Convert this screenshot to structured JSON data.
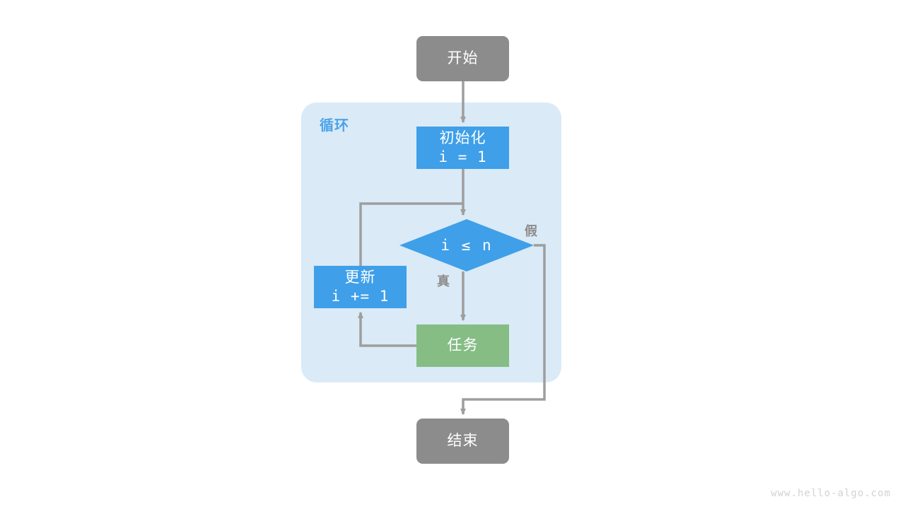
{
  "diagram": {
    "title": "for-loop-flowchart",
    "background_color": "#ffffff",
    "loop_container": {
      "label": "循环",
      "fill": "#daeaf7",
      "label_color": "#4da3e8"
    },
    "nodes": {
      "start": {
        "label": "开始",
        "fill": "#8c8c8c",
        "shape": "rounded-rect"
      },
      "init": {
        "line1": "初始化",
        "line2": "i = 1",
        "fill": "#3f9fe8",
        "shape": "rect"
      },
      "condition": {
        "label": "i ≤ n",
        "fill": "#3f9fe8",
        "shape": "diamond"
      },
      "update": {
        "line1": "更新",
        "line2": "i += 1",
        "fill": "#3f9fe8",
        "shape": "rect"
      },
      "task": {
        "label": "任务",
        "fill": "#85bd85",
        "shape": "rect"
      },
      "end": {
        "label": "结束",
        "fill": "#8c8c8c",
        "shape": "rounded-rect"
      }
    },
    "edge_labels": {
      "true": "真",
      "false": "假",
      "color": "#8c8c8c"
    },
    "edge_color": "#9e9e9e",
    "watermark": "www.hello-algo.com"
  }
}
